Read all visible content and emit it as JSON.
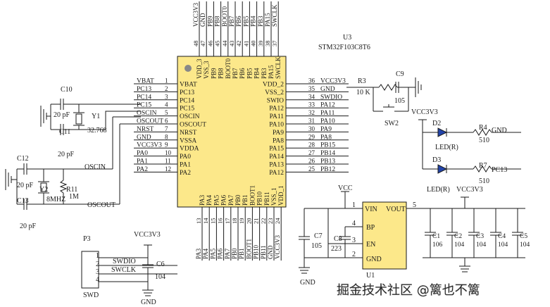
{
  "mcu": {
    "ref": "U3",
    "part": "STM32F103C8T6",
    "top": [
      {
        "n": "48",
        "s": "VCC3V3",
        "p": "VDD_3"
      },
      {
        "n": "47",
        "s": "GND",
        "p": "VSS_3"
      },
      {
        "n": "46",
        "s": "PB9",
        "p": "PB9"
      },
      {
        "n": "45",
        "s": "PB8",
        "p": "PB8"
      },
      {
        "n": "44",
        "s": "BOOT0",
        "p": "BOOT0"
      },
      {
        "n": "43",
        "s": "PB7",
        "p": "PB7"
      },
      {
        "n": "42",
        "s": "PB6",
        "p": "PB6"
      },
      {
        "n": "41",
        "s": "PB5",
        "p": "PB5"
      },
      {
        "n": "40",
        "s": "PB4",
        "p": "PB4"
      },
      {
        "n": "39",
        "s": "PB3",
        "p": "PB3"
      },
      {
        "n": "38",
        "s": "PA15",
        "p": "PA15"
      },
      {
        "n": "37",
        "s": "SWCLK",
        "p": "SWCLK"
      }
    ],
    "left": [
      {
        "n": "1",
        "s": "VBAT",
        "p": "VBAT"
      },
      {
        "n": "2",
        "s": "PC13",
        "p": "PC13"
      },
      {
        "n": "3",
        "s": "PC14",
        "p": "PC14"
      },
      {
        "n": "4",
        "s": "PC15",
        "p": "PC15"
      },
      {
        "n": "5",
        "s": "OSCIN",
        "p": "OSCIN"
      },
      {
        "n": "6",
        "s": "OSCOUT",
        "p": "OSCOUT"
      },
      {
        "n": "7",
        "s": "NRST",
        "p": "NRST"
      },
      {
        "n": "8",
        "s": "GND",
        "p": "VSSA"
      },
      {
        "n": "9",
        "s": "VCC3V3",
        "p": "VDDA"
      },
      {
        "n": "10",
        "s": "PA0",
        "p": "PA0"
      },
      {
        "n": "11",
        "s": "PA1",
        "p": "PA1"
      },
      {
        "n": "12",
        "s": "PA2",
        "p": "PA2"
      }
    ],
    "right": [
      {
        "n": "36",
        "s": "VCC3V3",
        "p": "VDD_2"
      },
      {
        "n": "35",
        "s": "GND",
        "p": "VSS_2"
      },
      {
        "n": "34",
        "s": "SWDIO",
        "p": "SWIO"
      },
      {
        "n": "33",
        "s": "PA12",
        "p": "PA12"
      },
      {
        "n": "32",
        "s": "PA11",
        "p": "PA11"
      },
      {
        "n": "31",
        "s": "PA10",
        "p": "PA10"
      },
      {
        "n": "30",
        "s": "PA9",
        "p": "PA9"
      },
      {
        "n": "29",
        "s": "PA8",
        "p": "PA8"
      },
      {
        "n": "28",
        "s": "PB15",
        "p": "PA15"
      },
      {
        "n": "27",
        "s": "PB14",
        "p": "PA14"
      },
      {
        "n": "26",
        "s": "PB13",
        "p": "PA13"
      },
      {
        "n": "25",
        "s": "PB12",
        "p": "PA12"
      }
    ],
    "bottom": [
      {
        "n": "13",
        "s": "PA3",
        "p": "PA3"
      },
      {
        "n": "14",
        "s": "PA4",
        "p": "PA4"
      },
      {
        "n": "15",
        "s": "PA5",
        "p": "PA5"
      },
      {
        "n": "16",
        "s": "PA6",
        "p": "PA6"
      },
      {
        "n": "17",
        "s": "PA7",
        "p": "PA7"
      },
      {
        "n": "18",
        "s": "PB0",
        "p": "PB0"
      },
      {
        "n": "19",
        "s": "PB1",
        "p": "PB1"
      },
      {
        "n": "20",
        "s": "BOOT1",
        "p": "BOOT1"
      },
      {
        "n": "21",
        "s": "PB10",
        "p": "PB10"
      },
      {
        "n": "22",
        "s": "PB11",
        "p": "PB11"
      },
      {
        "n": "23",
        "s": "GND",
        "p": "VSS_1"
      },
      {
        "n": "24",
        "s": "VCC3V3",
        "p": "VDD_1"
      }
    ]
  },
  "labels": {
    "c10": "C10",
    "c10_val": "20 pF",
    "c11": "C11",
    "c11_val": "20 pF",
    "y1": "Y1",
    "y1_val": "32.768",
    "c12": "C12",
    "c12_val": "20 pF",
    "c13": "C13",
    "c13_val": "20 pF",
    "y2": "Y2",
    "y2_val": "8MHZ",
    "r11": "R11",
    "r11_val": "1M",
    "oscin": "OSCIN",
    "oscout": "OSCOUT",
    "r3": "R3",
    "r3_val": "10 K",
    "c9": "C9",
    "c9_val": "105",
    "sw2": "SW2",
    "vcc3v3": "VCC3V3",
    "d2": "D2",
    "d2_val": "LED(R)",
    "r4": "R4",
    "r4_val": "510",
    "r4_net": "GND",
    "d3": "D3",
    "d3_val": "LED(R)",
    "r7": "R7",
    "r7_val": "510",
    "r7_net": "PC13",
    "vcc": "VCC",
    "u1": "U1",
    "u1_vin": "VIN",
    "u1_bp": "BP",
    "u1_en": "EN",
    "u1_gnd": "GND",
    "u1_vout": "VOUT",
    "u1_p1": "1",
    "u1_p4": "4",
    "u1_p3": "3",
    "u1_p2": "2",
    "u1_p5": "5",
    "c7": "C7",
    "c7_val": "105",
    "c8": "C8",
    "c8_val": "223",
    "gnd": "GND",
    "vcc3v3_b": "VCC3V3",
    "c1": "C1",
    "c1_val": "106",
    "c2": "C2",
    "c2_val": "104",
    "c3": "C3",
    "c3_val": "104",
    "c4": "C4",
    "c4_val": "104",
    "c5": "C5",
    "c5_val": "104",
    "p3": "P3",
    "p3_vcc": "VCC3V3",
    "p3_1": "1",
    "p3_2": "2",
    "p3_3": "3",
    "p3_4": "4",
    "swdio": "SWDIO",
    "swclk": "SWCLK",
    "c6": "C6",
    "c6_val": "104",
    "swd": "SWD",
    "p3_gnd": "GND"
  },
  "watermark": "掘金技术社区 @篱也不篱"
}
